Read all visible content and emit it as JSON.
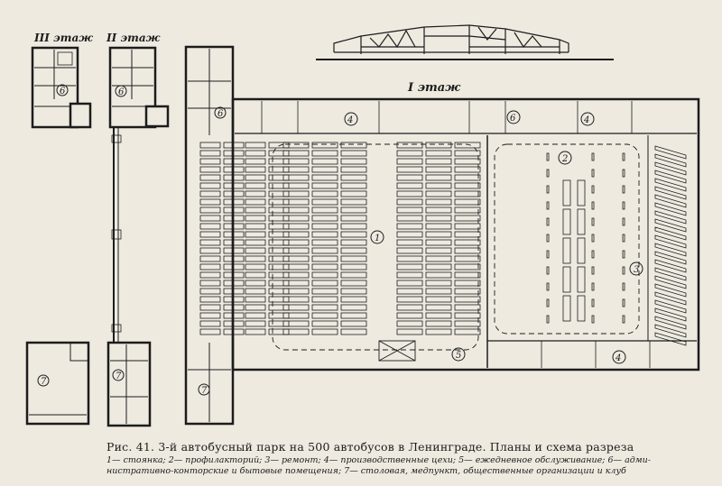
{
  "floor_labels": {
    "third": "III этаж",
    "second": "II этаж",
    "first": "I этаж"
  },
  "zone_numbers": [
    "1",
    "2",
    "3",
    "4",
    "5",
    "6",
    "7"
  ],
  "caption": "Рис. 41. 3-й автобусный парк на 500 автобусов в Ленинграде. Планы и схема разреза",
  "legend_line1": "1— стоянка; 2— профилакторий; 3— ремонт; 4— производственные цехи; 5— ежедневное обслуживание; 6— адми-",
  "legend_line2": "нистративно-конторские и бытовые помещения; 7— столовая, медпункт, общественные организации и клуб"
}
